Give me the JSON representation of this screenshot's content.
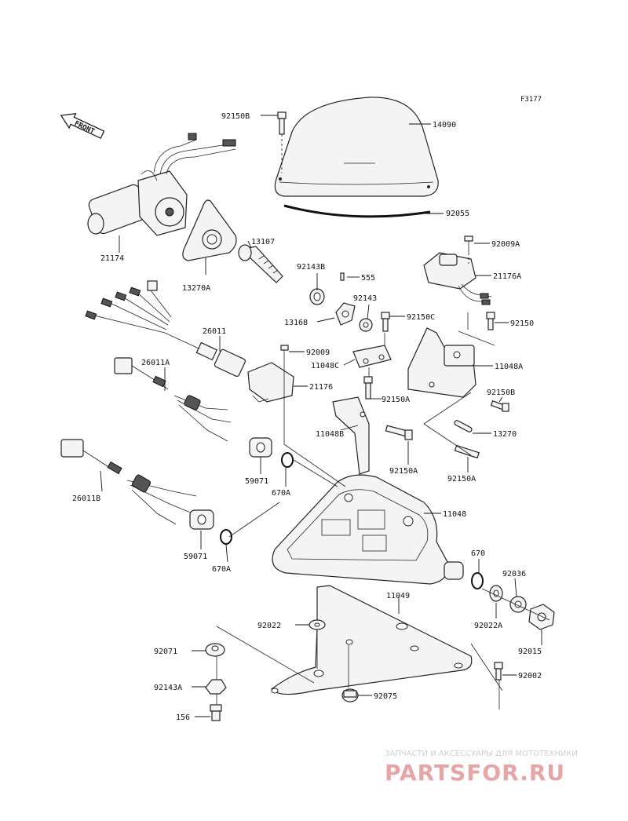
{
  "diagram": {
    "code": "F3177",
    "front_arrow": "FRONT",
    "labels": {
      "p92150B": "92150B",
      "p14090": "14090",
      "p92055": "92055",
      "p21174": "21174",
      "p13107": "13107",
      "p13270A": "13270A",
      "p92009A": "92009A",
      "p21176A": "21176A",
      "p92143B": "92143B",
      "p555": "555",
      "p92143": "92143",
      "p13168": "13168",
      "p92150C": "92150C",
      "p92150": "92150",
      "p26011": "26011",
      "p92009": "92009",
      "p11048C": "11048C",
      "p11048A": "11048A",
      "p26011A": "26011A",
      "p21176": "21176",
      "p92150A_1": "92150A",
      "p92150B_2": "92150B",
      "p11048B": "11048B",
      "p13270": "13270",
      "p59071_1": "59071",
      "p92150A_2": "92150A",
      "p92150A_3": "92150A",
      "p670A_1": "670A",
      "p26011B": "26011B",
      "p11048": "11048",
      "p59071_2": "59071",
      "p670A_2": "670A",
      "p670": "670",
      "p92036": "92036",
      "p11049": "11049",
      "p92022": "92022",
      "p92022A": "92022A",
      "p92015": "92015",
      "p92071": "92071",
      "p92002": "92002",
      "p92143A": "92143A",
      "p92075": "92075",
      "p156": "156"
    }
  },
  "watermark": {
    "tagline": "ЗАПЧАСТИ И АКСЕССУАРЫ ДЛЯ МОТОТЕХНИКИ",
    "brand": "PARTSFOR.RU",
    "brand_color": "#d96a6a"
  }
}
